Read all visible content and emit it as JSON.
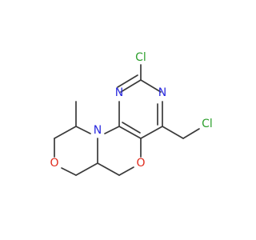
{
  "molecule": {
    "atoms": {
      "cl_top": {
        "text": "Cl",
        "color": "#2ea02e"
      },
      "cl_side": {
        "text": "Cl",
        "color": "#2ea02e"
      },
      "n_left": {
        "text": "N",
        "color": "#2a2adf"
      },
      "n_right": {
        "text": "N",
        "color": "#2a2adf"
      },
      "n_ring": {
        "text": "N",
        "color": "#2a2adf"
      },
      "o_mid": {
        "text": "O",
        "color": "#e02a1c"
      },
      "o_left": {
        "text": "O",
        "color": "#e02a1c"
      }
    }
  }
}
